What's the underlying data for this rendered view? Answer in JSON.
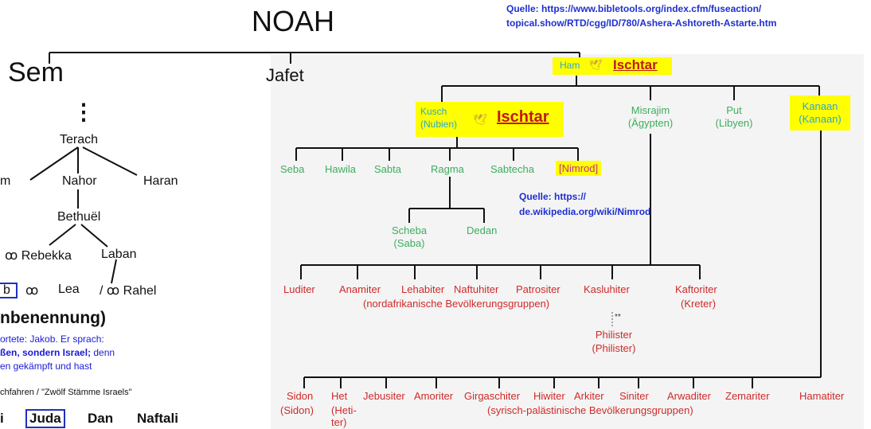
{
  "top": {
    "noah": "NOAH",
    "source1": "Quelle: https://www.bibletools.org/index.cfm/fuseaction/",
    "source2": "topical.show/RTD/cgg/ID/780/Ashera-Ashtoreth-Astarte.htm"
  },
  "left": {
    "sem": "Sem",
    "jafet": "Jafet",
    "dots": "⋮",
    "terach": "Terach",
    "abram_partial": "m",
    "nahor": "Nahor",
    "haran": "Haran",
    "bethuel": "Bethuël",
    "rebekka": "ꝏ Rebekka",
    "laban": "Laban",
    "jakob_partial": "b",
    "marriage1": "ꝏ",
    "lea": "Lea",
    "rahel": "/ ꝏ Rahel",
    "heading": "nbenennung)",
    "quote1": "ortete: Jakob. Er sprach:",
    "quote2": "ßen, sondern Israel;",
    "quote2b": " denn",
    "quote3": "en gekämpft und hast",
    "tribes_note": "chfahren / \"Zwölf Stämme Israels\"",
    "tribes": [
      "i",
      "Juda",
      "Dan",
      "Naftali"
    ]
  },
  "tree": {
    "ham": "Ham",
    "ishtar": "Ischtar",
    "kusch": [
      "Kusch",
      "(Nubien)"
    ],
    "misrajim": [
      "Misrajim",
      "(Ägypten)"
    ],
    "put": [
      "Put",
      "(Libyen)"
    ],
    "kanaan": [
      "Kanaan",
      "(Kanaan)"
    ],
    "kusch_children": [
      "Seba",
      "Hawila",
      "Sabta",
      "Ragma",
      "Sabtecha",
      "[Nimrod]"
    ],
    "source3": "Quelle: https://",
    "source4": "de.wikipedia.org/wiki/Nimrod",
    "ragma_children": [
      [
        "Scheba",
        "(Saba)"
      ],
      [
        "Dedan",
        ""
      ]
    ],
    "misrajim_children": [
      "Luditer",
      "Anamiter",
      "Lehabiter",
      "Naftuhiter",
      "Patrositer",
      "Kasluhiter",
      "Kaftoriter"
    ],
    "misrajim_note": "(nordafrikanische Bevölkerungsgruppen)",
    "kaftor_note": "(Kreter)",
    "double_star": "**",
    "philister": [
      "Philister",
      "(Philister)"
    ],
    "kanaan_children": [
      "Sidon",
      "Het",
      "Jebusiter",
      "Amoriter",
      "Girgaschiter",
      "Hiwiter",
      "Arkiter",
      "Siniter",
      "Arwaditer",
      "Zemariter",
      "Hamatiter"
    ],
    "sidon_note": "(Sidon)",
    "het_note": [
      "(Heti-",
      "ter)"
    ],
    "kanaan_note": "(syrisch-palästinische Bevölkerungsgruppen)"
  },
  "colors": {
    "green": "#3cae5e",
    "red": "#cf2a2a",
    "yellow": "#ffff00",
    "blue": "#1a1ad6"
  }
}
